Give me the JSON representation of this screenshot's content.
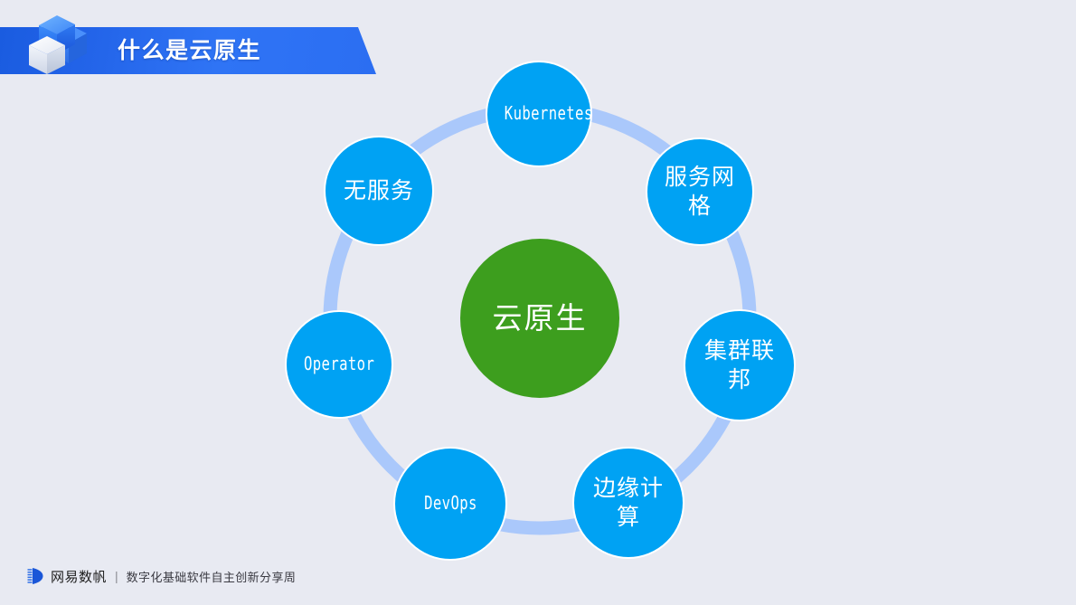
{
  "slide": {
    "background_color": "#e8eaf2",
    "header": {
      "title": "什么是云原生",
      "banner_color": "#2263e8",
      "title_color": "#ffffff",
      "logo_icon": "cube-stack-icon"
    }
  },
  "diagram": {
    "type": "radial-cycle",
    "ring_color": "#aac8fb",
    "center": {
      "label": "云原生",
      "color": "#3d9e1e",
      "text_color": "#ffffff"
    },
    "node_color": "#00a2f3",
    "node_text_color": "#ffffff",
    "nodes": [
      {
        "label": "Kubernetes",
        "script": "latin"
      },
      {
        "label": "服务网格",
        "script": "cjk"
      },
      {
        "label": "集群联邦",
        "script": "cjk"
      },
      {
        "label": "边缘计算",
        "script": "cjk"
      },
      {
        "label": "DevOps",
        "script": "latin"
      },
      {
        "label": "Operator",
        "script": "latin"
      },
      {
        "label": "无服务",
        "script": "cjk"
      }
    ]
  },
  "footer": {
    "logo_icon": "netease-sail-icon",
    "brand": "网易数帆",
    "separator": "|",
    "tagline": "数字化基础软件自主创新分享周"
  }
}
